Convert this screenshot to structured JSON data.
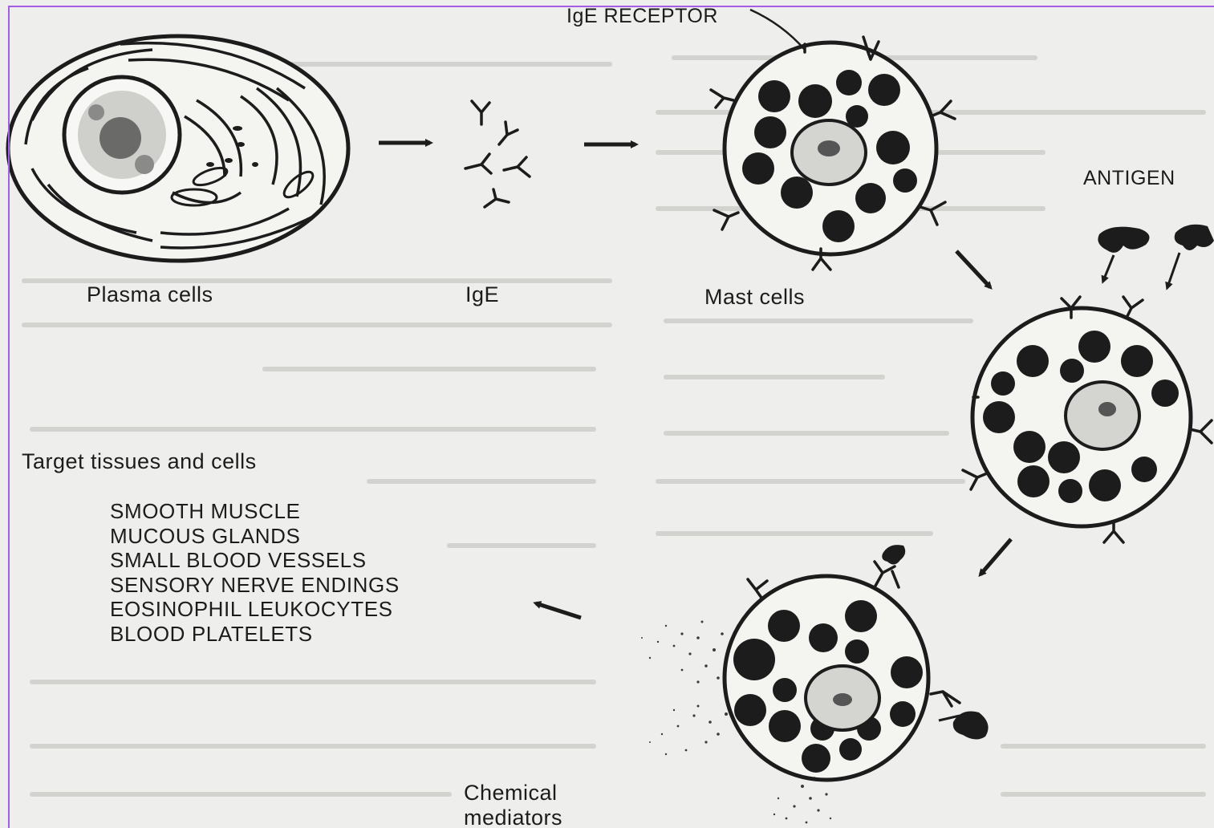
{
  "labels": {
    "plasma_cells": "Plasma cells",
    "ige": "IgE",
    "mast_cells": "Mast cells",
    "ige_receptor": "IgE RECEPTOR",
    "antigen": "ANTIGEN",
    "target": "Target tissues and cells",
    "chemical_mediators_line1": "Chemical",
    "chemical_mediators_line2": "mediators"
  },
  "target_tissues": [
    "SMOOTH MUSCLE",
    "MUCOUS GLANDS",
    "SMALL BLOOD VESSELS",
    "SENSORY NERVE ENDINGS",
    "EOSINOPHIL LEUKOCYTES",
    "BLOOD PLATELETS"
  ],
  "colors": {
    "ink": "#1c1c1c",
    "paper": "#eeeeec",
    "frame": "#a45ee5"
  }
}
